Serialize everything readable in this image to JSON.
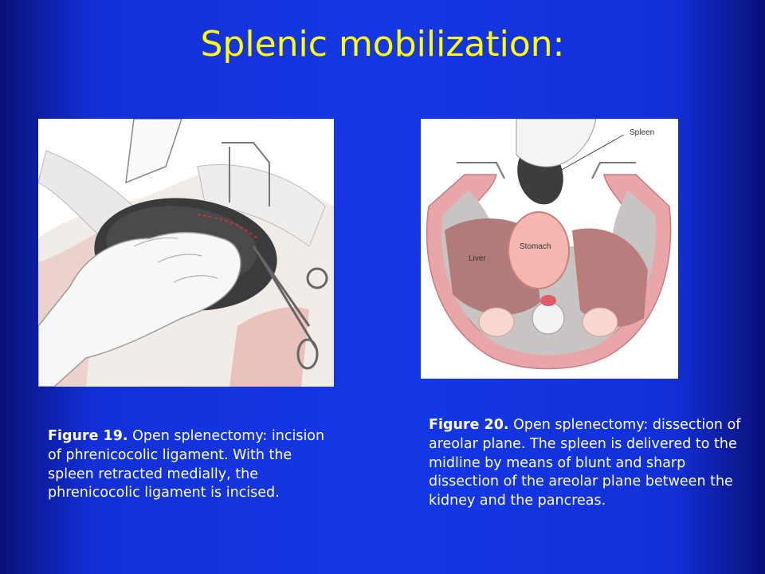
{
  "slide": {
    "title": "Splenic mobilization:"
  },
  "figure19": {
    "caption_label": "Figure 19.",
    "caption_text": " Open splenectomy: incision of phrenicocolic ligament. With the spleen retracted medially, the phrenicocolic ligament is incised."
  },
  "figure20": {
    "caption_label": "Figure 20.",
    "caption_text": " Open splenectomy: dissection of areolar plane. The spleen is delivered to the midline by means of blunt and sharp dissection of the areolar plane between the kidney and the pancreas.",
    "labels": {
      "spleen": "Spleen",
      "stomach": "Stomach",
      "liver": "Liver"
    }
  },
  "colors": {
    "title": "#ffff00",
    "caption": "#ffffff",
    "background": "#1538e6"
  }
}
